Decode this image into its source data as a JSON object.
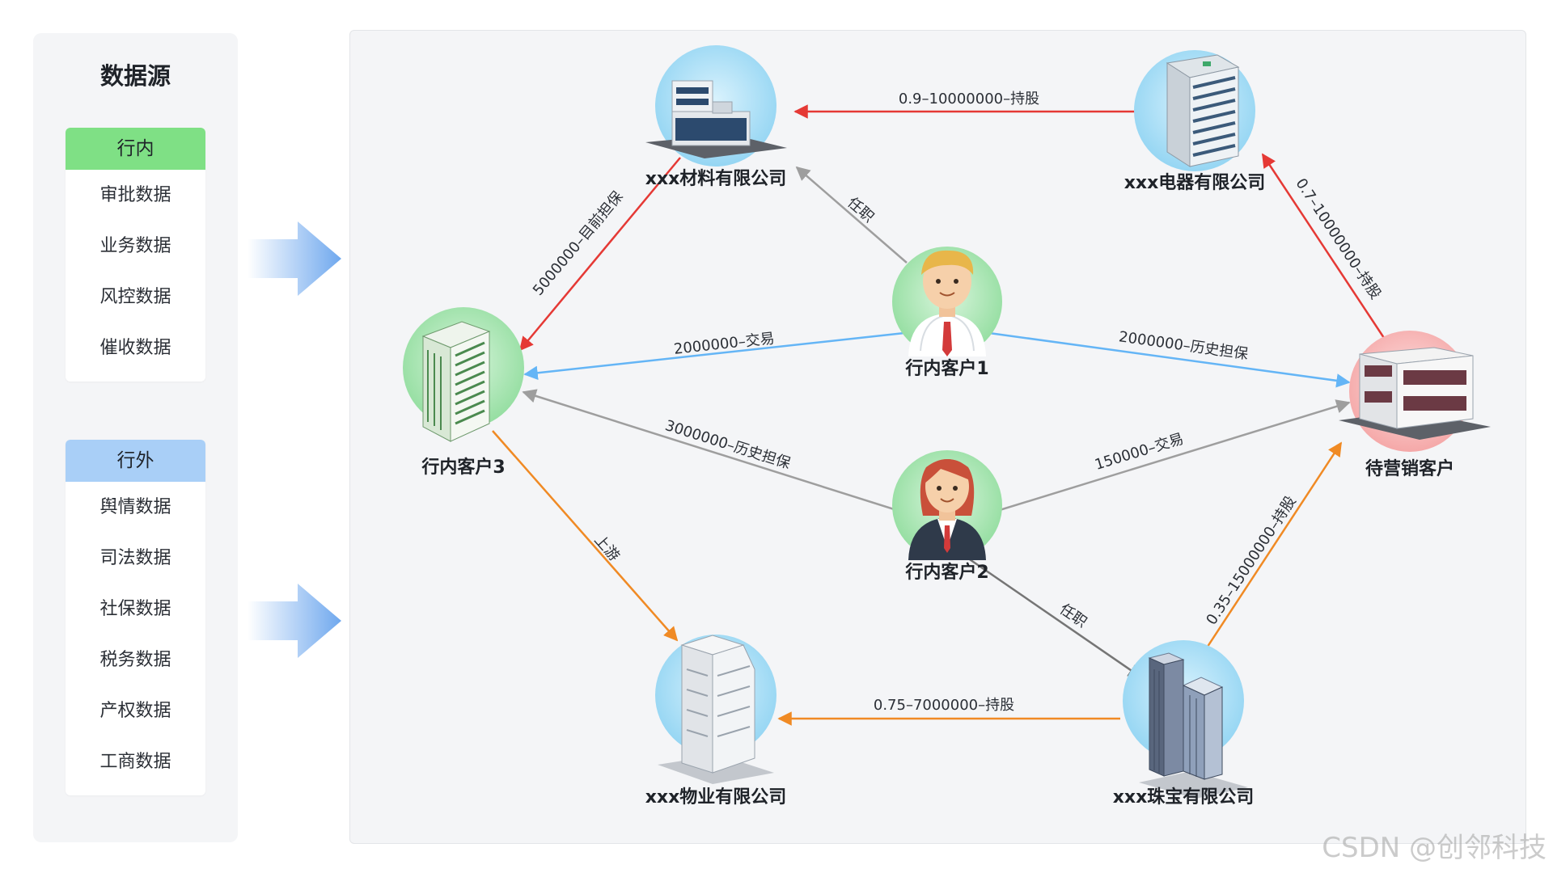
{
  "source": {
    "title": "数据源",
    "inner": {
      "header": "行内",
      "items": [
        "审批数据",
        "业务数据",
        "风控数据",
        "催收数据"
      ]
    },
    "outer": {
      "header": "行外",
      "items": [
        "舆情数据",
        "司法数据",
        "社保数据",
        "税务数据",
        "产权数据",
        "工商数据"
      ]
    }
  },
  "graph": {
    "nodes": {
      "material": {
        "label": "xxx材料有限公司"
      },
      "electric": {
        "label": "xxx电器有限公司"
      },
      "client1": {
        "label": "行内客户1"
      },
      "client2": {
        "label": "行内客户2"
      },
      "client3": {
        "label": "行内客户3"
      },
      "target": {
        "label": "待营销客户"
      },
      "property": {
        "label": "xxx物业有限公司"
      },
      "jewelry": {
        "label": "xxx珠宝有限公司"
      }
    },
    "edges": [
      {
        "id": "e1",
        "from": "electric",
        "to": "material",
        "label": "0.9–10000000–持股",
        "color": "#e53935"
      },
      {
        "id": "e2",
        "from": "material",
        "to": "client3",
        "label": "5000000–目前担保",
        "color": "#e53935"
      },
      {
        "id": "e3",
        "from": "target",
        "to": "electric",
        "label": "0.7–10000000–持股",
        "color": "#e53935"
      },
      {
        "id": "e4",
        "from": "client1",
        "to": "material",
        "label": "任职",
        "color": "#9e9e9e"
      },
      {
        "id": "e5",
        "from": "client1",
        "to": "client3",
        "label": "2000000–交易",
        "color": "#64b5f6"
      },
      {
        "id": "e6",
        "from": "client1",
        "to": "target",
        "label": "2000000–历史担保",
        "color": "#64b5f6"
      },
      {
        "id": "e7",
        "from": "client2",
        "to": "client3",
        "label": "3000000–历史担保",
        "color": "#9e9e9e"
      },
      {
        "id": "e8",
        "from": "client2",
        "to": "target",
        "label": "150000–交易",
        "color": "#9e9e9e"
      },
      {
        "id": "e9",
        "from": "client2",
        "to": "jewelry",
        "label": "任职",
        "color": "#757575"
      },
      {
        "id": "e10",
        "from": "client3",
        "to": "property",
        "label": "上游",
        "color": "#f08a24"
      },
      {
        "id": "e11",
        "from": "jewelry",
        "to": "property",
        "label": "0.75–7000000–持股",
        "color": "#f08a24"
      },
      {
        "id": "e12",
        "from": "jewelry",
        "to": "target",
        "label": "0.35–15000000–持股",
        "color": "#f08a24"
      }
    ]
  },
  "colors": {
    "inner_header": "#7fe085",
    "outer_header": "#a9cff7",
    "panel_bg": "#f4f5f7",
    "red_edge": "#e53935",
    "blue_edge": "#64b5f6",
    "orange_edge": "#f08a24",
    "gray_edge": "#9e9e9e"
  },
  "watermark": "CSDN @创邻科技"
}
